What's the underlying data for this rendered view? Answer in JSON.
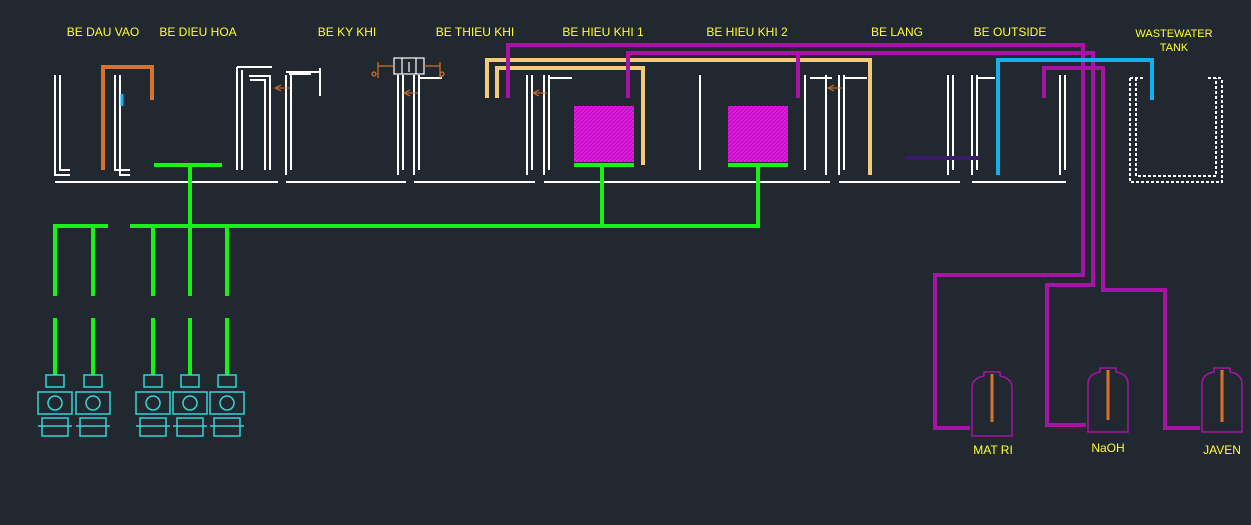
{
  "colors": {
    "background": "#212830",
    "tank_wall": "#ffffff",
    "air_line": "#17f217",
    "return_line": "#f5c97a",
    "chemical_line": "#a614a6",
    "outside_line": "#12b0ef",
    "inlet_line": "#d9722b",
    "diffuser": "#e21ae2",
    "label": "#ffff33",
    "blower": "#33d6d6"
  },
  "tanks": [
    {
      "label": "BE DAU VAO"
    },
    {
      "label": "BE DIEU HOA"
    },
    {
      "label": "BE KY KHI"
    },
    {
      "label": "BE THIEU KHI"
    },
    {
      "label": "BE HIEU KHI 1"
    },
    {
      "label": "BE HIEU KHI 2"
    },
    {
      "label": "BE LANG"
    },
    {
      "label": "BE OUTSIDE"
    }
  ],
  "wastewater_tank": {
    "line1": "WASTEWATER",
    "line2": "TANK"
  },
  "chemical_tanks": [
    {
      "label": "MAT RI",
      "icon": "chemical-tank-icon"
    },
    {
      "label": "NaOH",
      "icon": "chemical-tank-icon"
    },
    {
      "label": "JAVEN",
      "icon": "chemical-tank-icon"
    }
  ],
  "blowers": [
    {
      "icon": "blower-icon"
    },
    {
      "icon": "blower-icon"
    },
    {
      "icon": "blower-icon"
    },
    {
      "icon": "blower-icon"
    },
    {
      "icon": "blower-icon"
    }
  ]
}
